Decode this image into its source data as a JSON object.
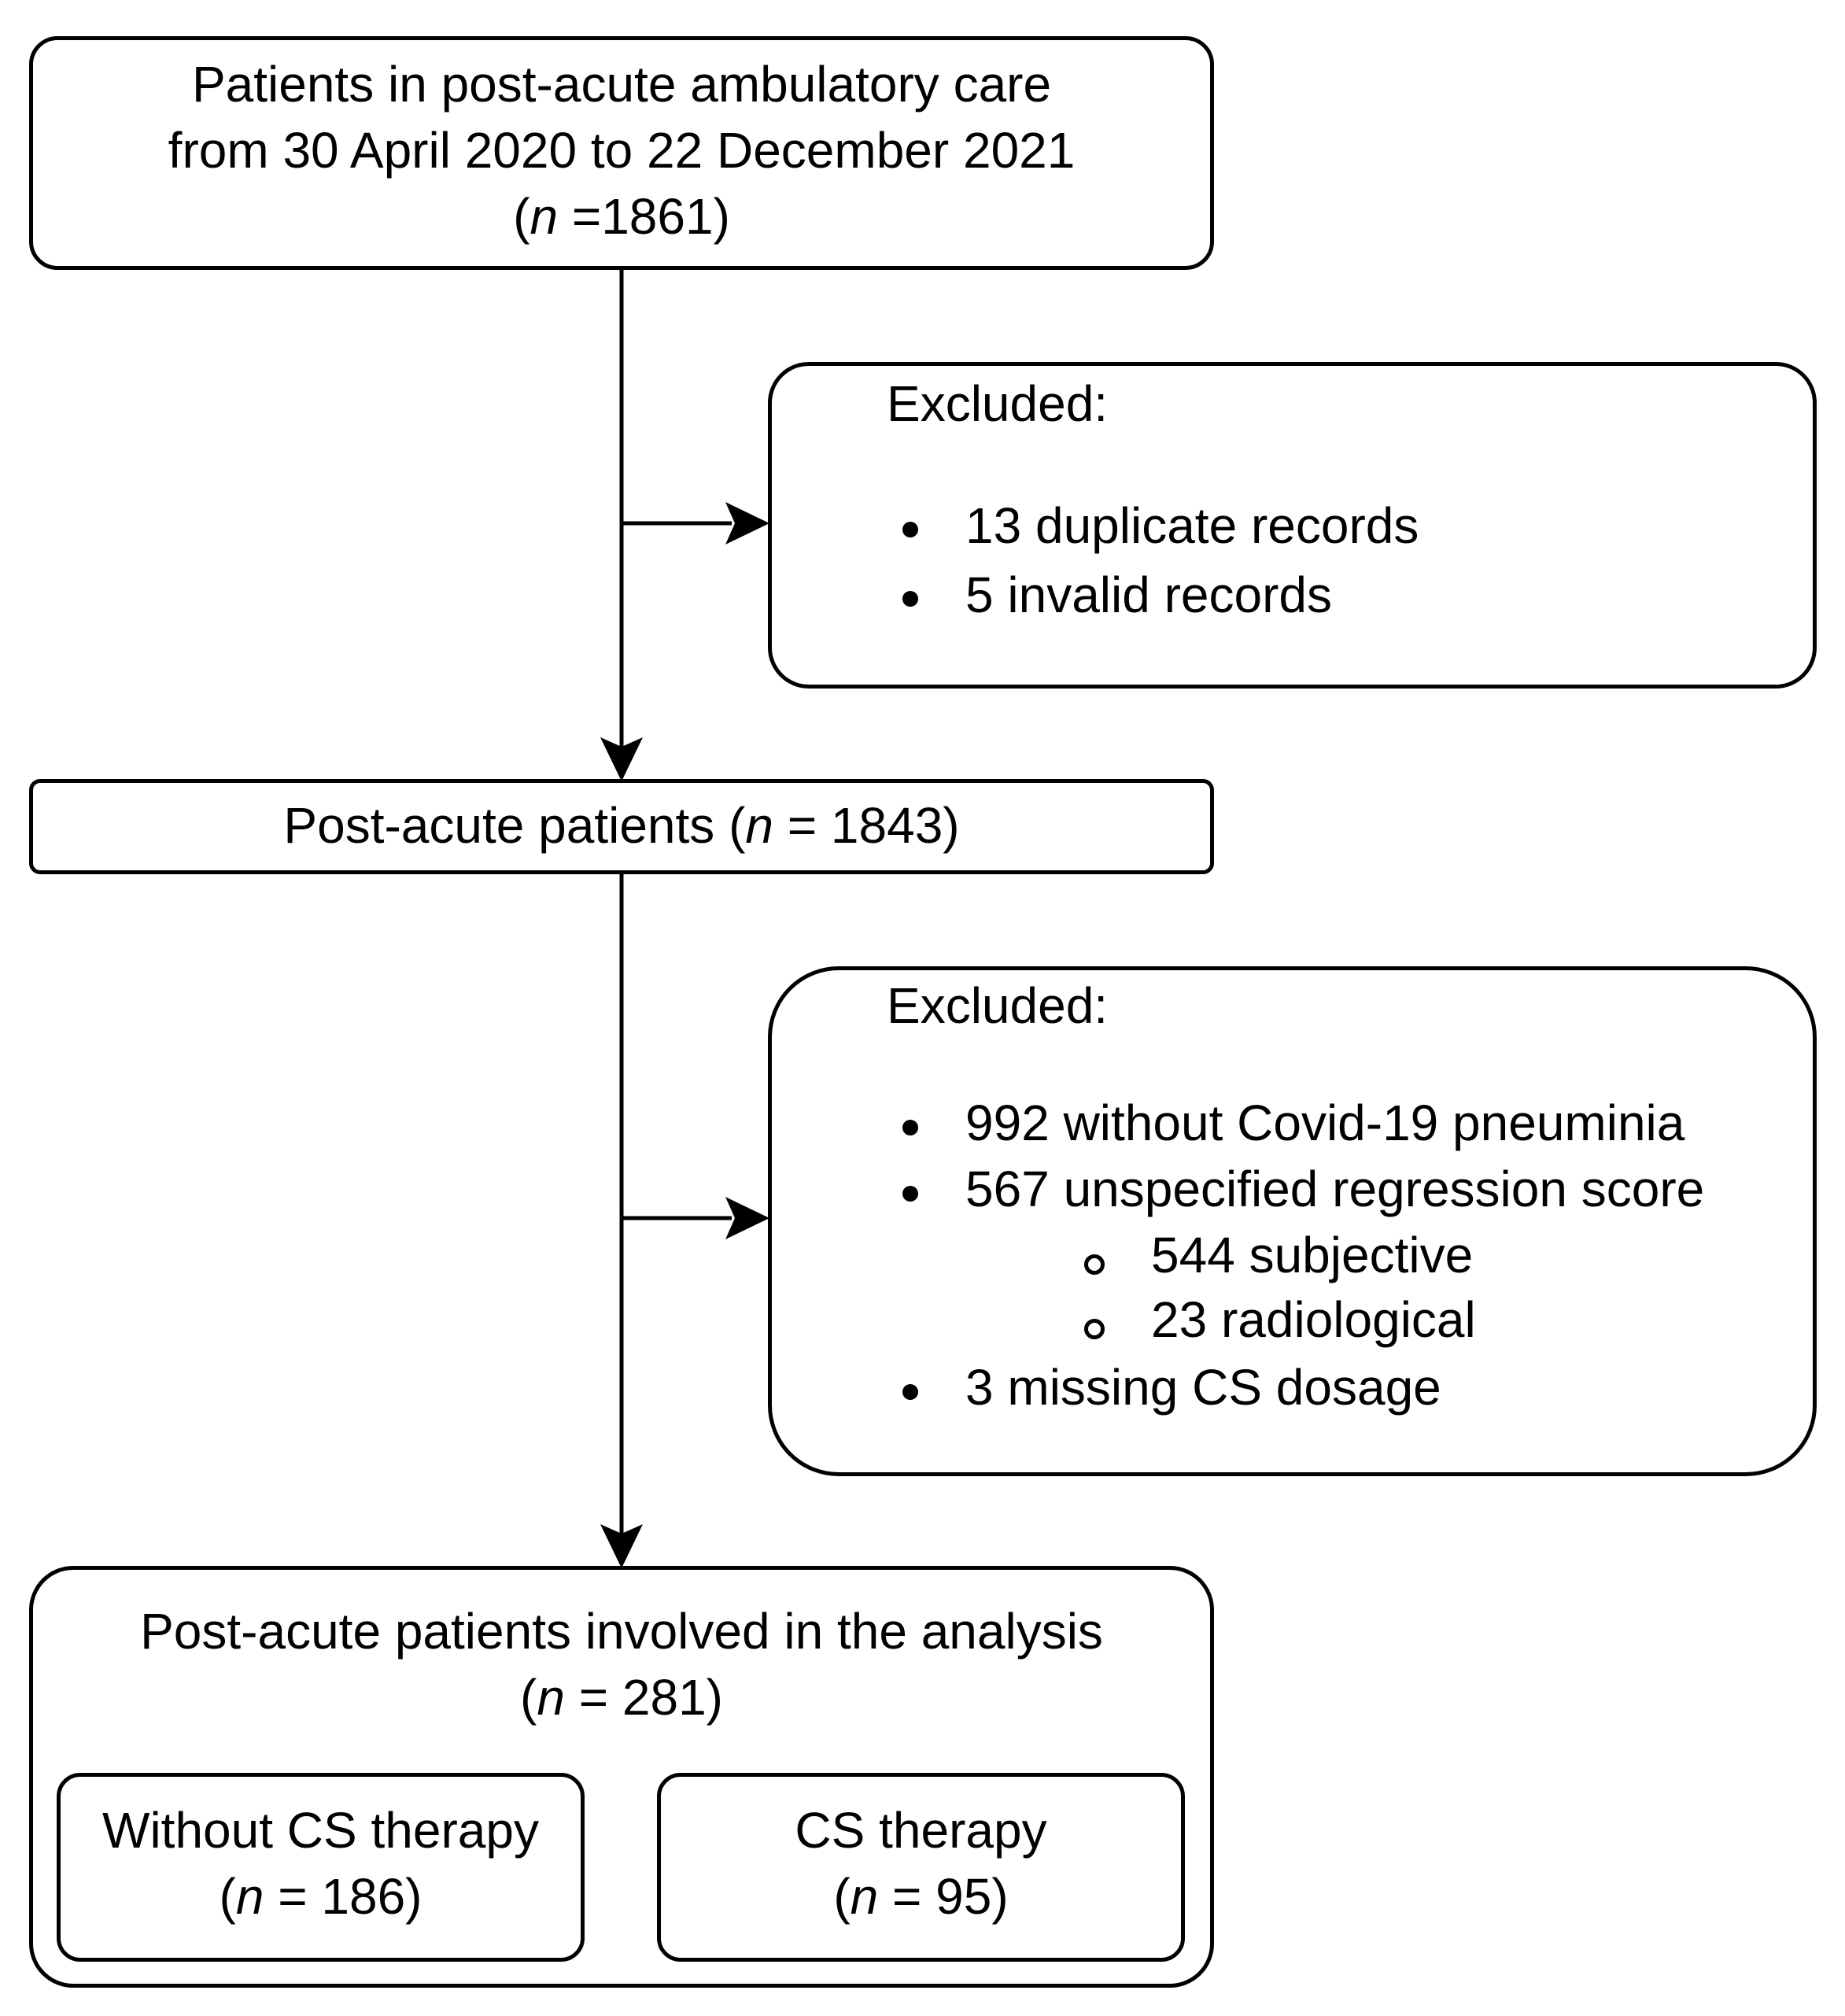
{
  "box1": {
    "line1": "Patients in post-acute ambulatory care",
    "line2": "from 30 April 2020 to 22 December 2021",
    "n_open": "(",
    "n_sym": "n",
    "n_rest": " =1861)"
  },
  "excluded1": {
    "title": "Excluded:",
    "items": [
      "13 duplicate records",
      "5 invalid records"
    ]
  },
  "box2": {
    "prefix": "Post-acute patients (",
    "n_sym": "n",
    "suffix": " = 1843)"
  },
  "excluded2": {
    "title": "Excluded:",
    "items": [
      "992 without Covid-19 pneuminia",
      "567 unspecified regression score",
      "3 missing CS dosage"
    ],
    "subitems": [
      "544 subjective",
      "23  radiological"
    ]
  },
  "box3": {
    "line1": "Post-acute patients involved in the analysis",
    "n_open": "(",
    "n_sym": "n",
    "n_rest": " = 281)",
    "groups": [
      {
        "label": "Without CS therapy",
        "n_open": "(",
        "n_sym": "n",
        "n_rest": " = 186)"
      },
      {
        "label": "CS therapy",
        "n_open": "(",
        "n_sym": "n",
        "n_rest": " = 95)"
      }
    ]
  }
}
